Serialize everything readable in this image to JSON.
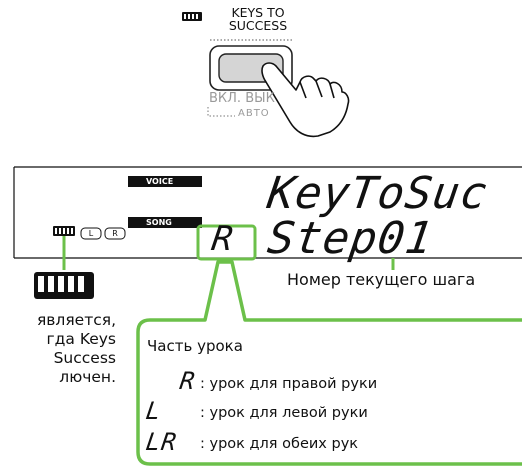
{
  "button": {
    "title_line1": "KEYS TO",
    "title_line2": "SUCCESS",
    "on_off_label": "ВКЛ. ВЫК",
    "auto_label": "АВТО"
  },
  "display": {
    "voice_label": "VOICE",
    "song_label": "SONG",
    "line1": "KeyToSuc",
    "line2": "Step01",
    "part_indicator": "R",
    "hand_l": "L",
    "hand_r": "R"
  },
  "annotations": {
    "step_label": "Номер текущего шага",
    "left_text": [
      "является,",
      "гда Keys",
      "Success",
      "лючен."
    ]
  },
  "callout": {
    "title": "Часть урока",
    "items": [
      {
        "symbol": "R",
        "text": ": урок для правой руки"
      },
      {
        "symbol": "L",
        "text": ": урок для левой руки"
      },
      {
        "symbol": "LR",
        "text": ": урок для обеих рук"
      }
    ]
  },
  "colors": {
    "accent_green": "#6cc04a",
    "lcd_label_bg": "#111111"
  }
}
